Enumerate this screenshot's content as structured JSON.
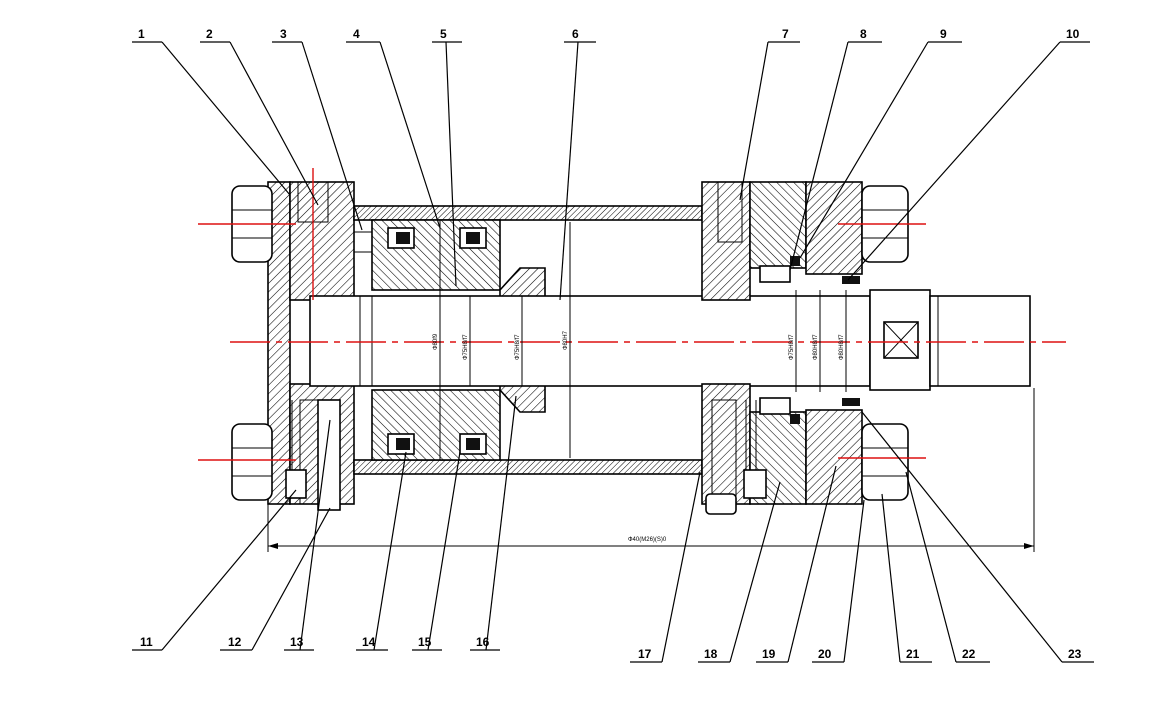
{
  "callouts_top": [
    "1",
    "2",
    "3",
    "4",
    "5",
    "6",
    "7",
    "8",
    "9",
    "10"
  ],
  "callouts_bottom": [
    "11",
    "12",
    "13",
    "14",
    "15",
    "16",
    "17",
    "18",
    "19",
    "20",
    "21",
    "22",
    "23"
  ],
  "dimensions": {
    "overall_length": "Ф40(M26)(S)0",
    "d1": "Ф80f9",
    "d2": "Ф75H8/f7",
    "d3": "Ф75H8/f7",
    "d4": "Ф80H7",
    "d5": "Ф75H8/f7",
    "d6": "Ф80H8/f7",
    "d7": "Ф80H8/f7"
  },
  "colors": {
    "centerline": "#d11111",
    "outline": "#000000",
    "hatch": "#000000"
  }
}
